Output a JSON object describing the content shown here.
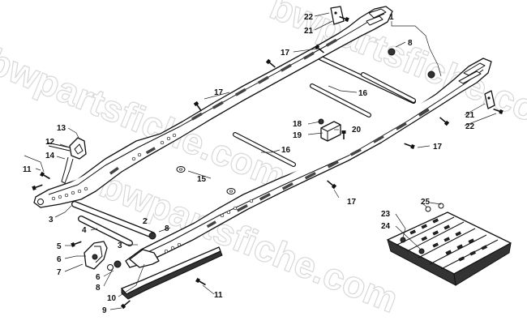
{
  "watermark": "bwpartsfiche.com",
  "callouts": [
    {
      "id": "c1",
      "text": "1"
    },
    {
      "id": "c2",
      "text": "2"
    },
    {
      "id": "c3a",
      "text": "3"
    },
    {
      "id": "c3b",
      "text": "3"
    },
    {
      "id": "c4",
      "text": "4"
    },
    {
      "id": "c5",
      "text": "5"
    },
    {
      "id": "c6a",
      "text": "6"
    },
    {
      "id": "c6b",
      "text": "6"
    },
    {
      "id": "c7",
      "text": "7"
    },
    {
      "id": "c8a",
      "text": "8"
    },
    {
      "id": "c8b",
      "text": "8"
    },
    {
      "id": "c8c",
      "text": "8"
    },
    {
      "id": "c9",
      "text": "9"
    },
    {
      "id": "c10",
      "text": "10"
    },
    {
      "id": "c11a",
      "text": "11"
    },
    {
      "id": "c11b",
      "text": "11"
    },
    {
      "id": "c12",
      "text": "12"
    },
    {
      "id": "c13",
      "text": "13"
    },
    {
      "id": "c14",
      "text": "14"
    },
    {
      "id": "c15",
      "text": "15"
    },
    {
      "id": "c16a",
      "text": "16"
    },
    {
      "id": "c16b",
      "text": "16"
    },
    {
      "id": "c17a",
      "text": "17"
    },
    {
      "id": "c17b",
      "text": "17"
    },
    {
      "id": "c17c",
      "text": "17"
    },
    {
      "id": "c17d",
      "text": "17"
    },
    {
      "id": "c18",
      "text": "18"
    },
    {
      "id": "c19",
      "text": "19"
    },
    {
      "id": "c20",
      "text": "20"
    },
    {
      "id": "c21a",
      "text": "21"
    },
    {
      "id": "c21b",
      "text": "21"
    },
    {
      "id": "c22a",
      "text": "22"
    },
    {
      "id": "c22b",
      "text": "22"
    },
    {
      "id": "c23",
      "text": "23"
    },
    {
      "id": "c24",
      "text": "24"
    },
    {
      "id": "c25",
      "text": "25"
    }
  ]
}
